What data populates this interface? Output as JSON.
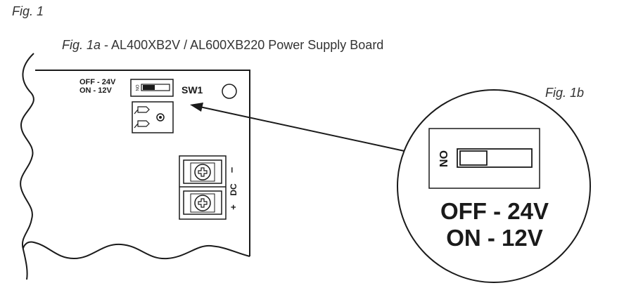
{
  "figure": {
    "title": "Fig. 1",
    "subfig_a_label": "Fig. 1a",
    "subfig_a_sep": " - ",
    "subfig_a_caption": "AL400XB2V / AL600XB220 Power Supply Board",
    "subfig_b_label": "Fig. 1b"
  },
  "board": {
    "switch_off_text": "OFF - 24V",
    "switch_on_text": "ON - 12V",
    "switch_name": "SW1",
    "switch_small_on": "ON",
    "terminal_minus": "–",
    "terminal_dc": "DC",
    "terminal_plus": "+"
  },
  "zoom": {
    "switch_on_text": "ON",
    "off_text": "OFF - 24V",
    "on_text": "ON - 12V"
  },
  "colors": {
    "line": "#1a1a1a",
    "text": "#333333"
  }
}
